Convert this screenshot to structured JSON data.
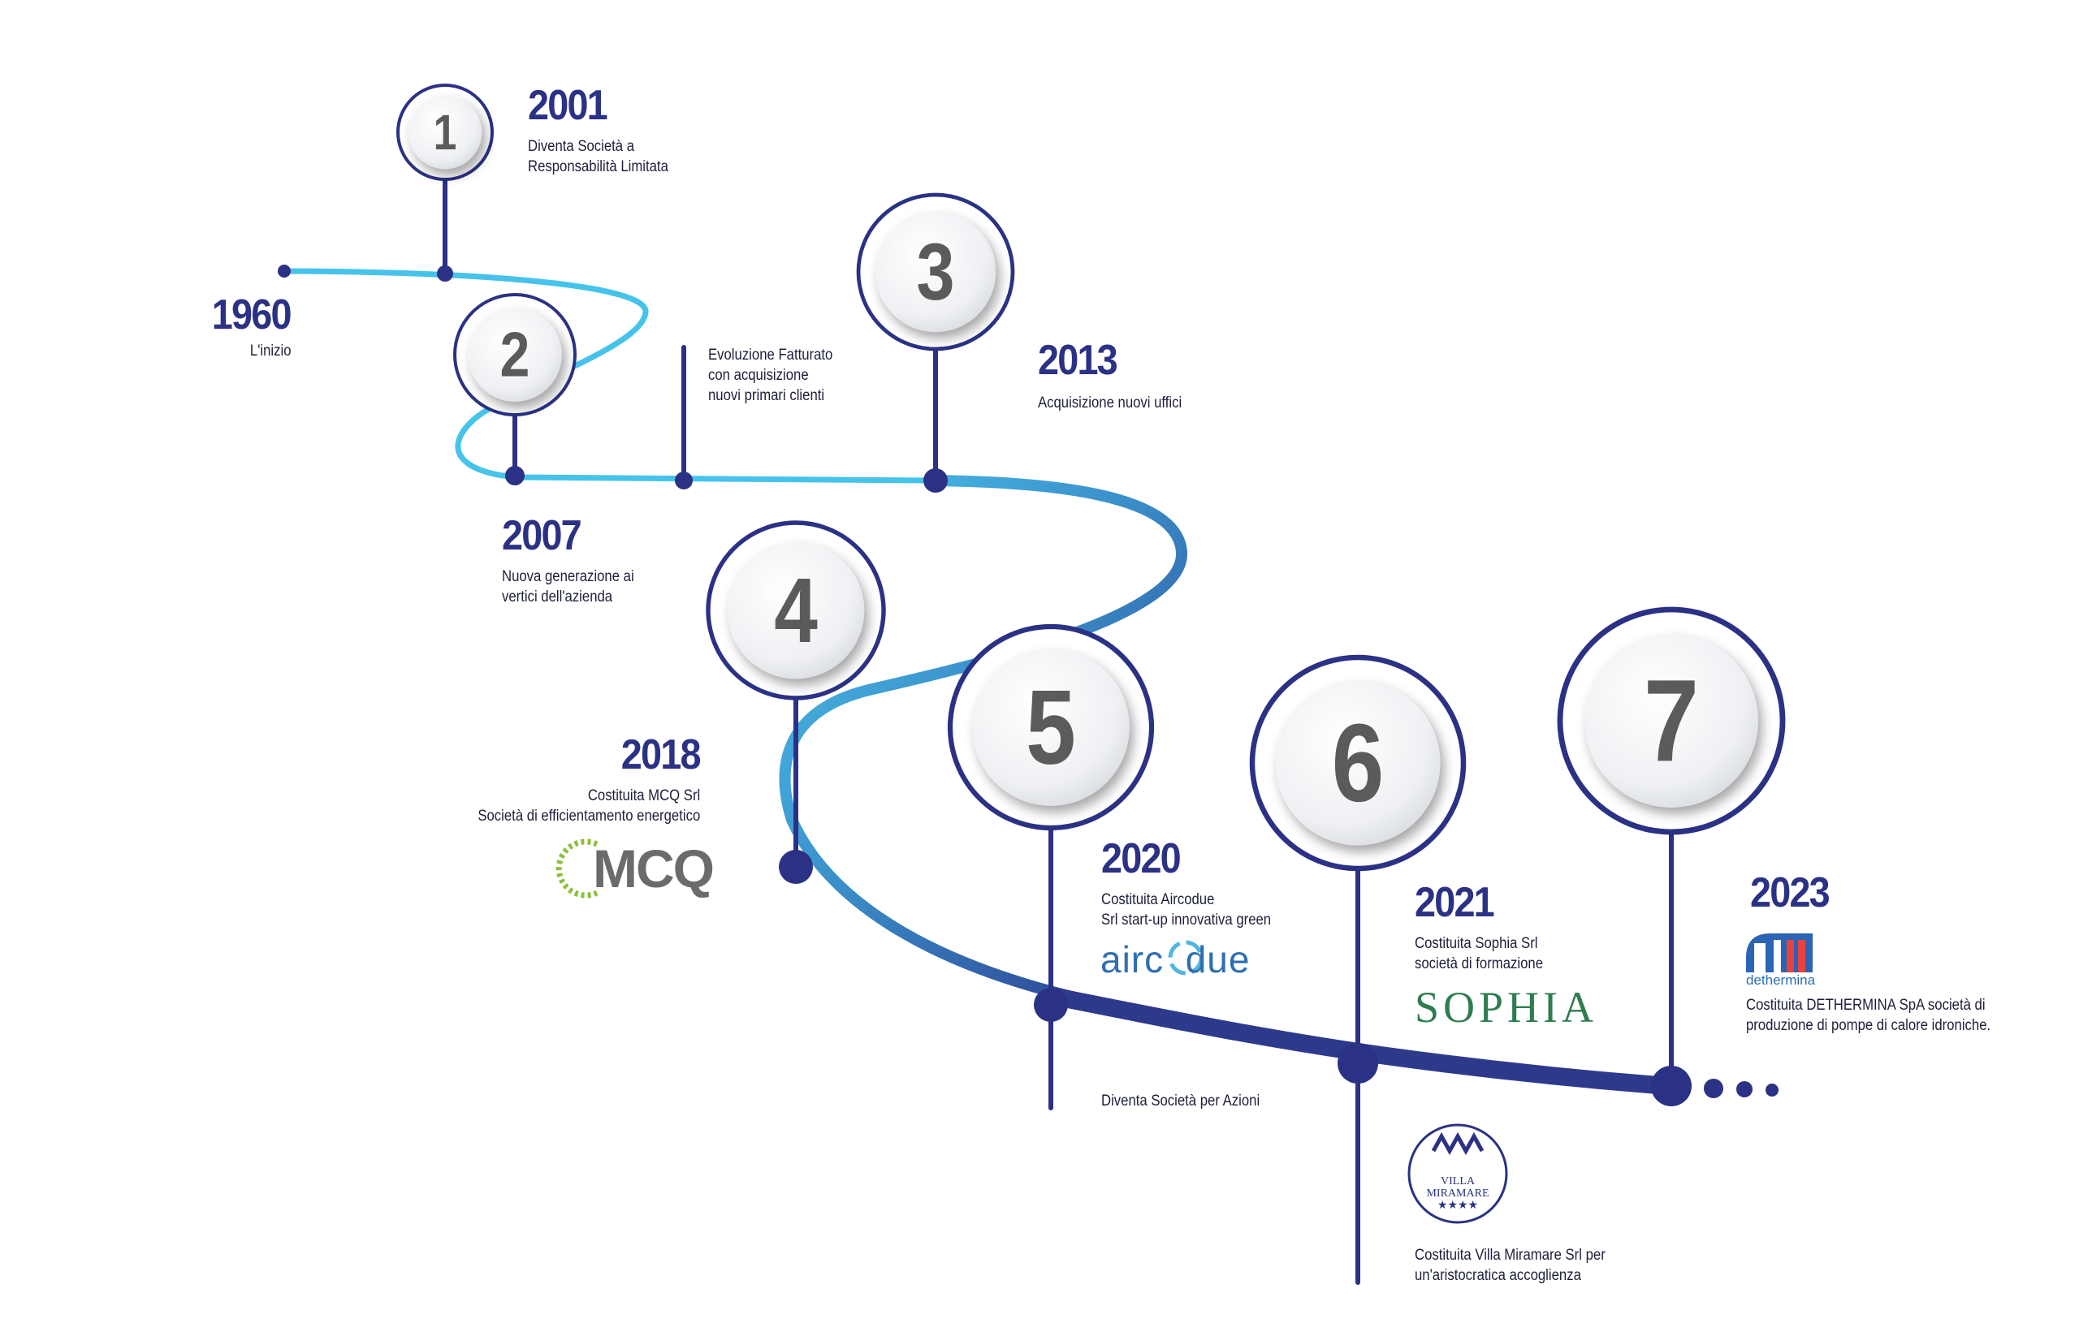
{
  "milestones": [
    {
      "number": "1",
      "year": "2001",
      "text": "Diventa Società a\nResponsabilità Limitata"
    },
    {
      "number": "2",
      "year": "2007",
      "text": "Nuova generazione ai\nvertici dell'azienda"
    },
    {
      "number": "3",
      "year": "2013",
      "text": "Acquisizione nuovi uffici"
    },
    {
      "number": "4",
      "year": "2018",
      "text": "Costituita MCQ Srl\nSocietà di efficientamento energetico"
    },
    {
      "number": "5",
      "year": "2020",
      "text": "Costituita Aircodue\nSrl start-up innovativa green"
    },
    {
      "number": "6",
      "year": "2021",
      "text": "Costituita Sophia Srl\nsocietà di formazione"
    },
    {
      "number": "7",
      "year": "2023",
      "text": "Costituita DETHERMINA SpA società di\nproduzione di pompe di calore idroniche."
    }
  ],
  "start": {
    "year": "1960",
    "text": "L'inizio"
  },
  "extra_events": {
    "fatturato": "Evoluzione Fatturato\ncon acquisizione\nnuovi primari clienti",
    "spa": "Diventa Società per Azioni",
    "villa": "Costituita Villa Miramare Srl per\nun'aristocratica  accoglienza"
  },
  "logos": {
    "mcq": {
      "c": "C",
      "rest": "MCQ"
    },
    "aircodue": {
      "a": "airc",
      "o": "o",
      "b": "due"
    },
    "sophia": "SOPHIA",
    "dethermina": "dethermina",
    "villa": "VILLA\nMIRAMARE\n★★★★"
  },
  "colors": {
    "navy": "#2b3184",
    "path_light": "#45c2e8",
    "path_mid": "#3a8fc9",
    "path_dark": "#2d3a8c",
    "digit": "#5b5b5b"
  }
}
